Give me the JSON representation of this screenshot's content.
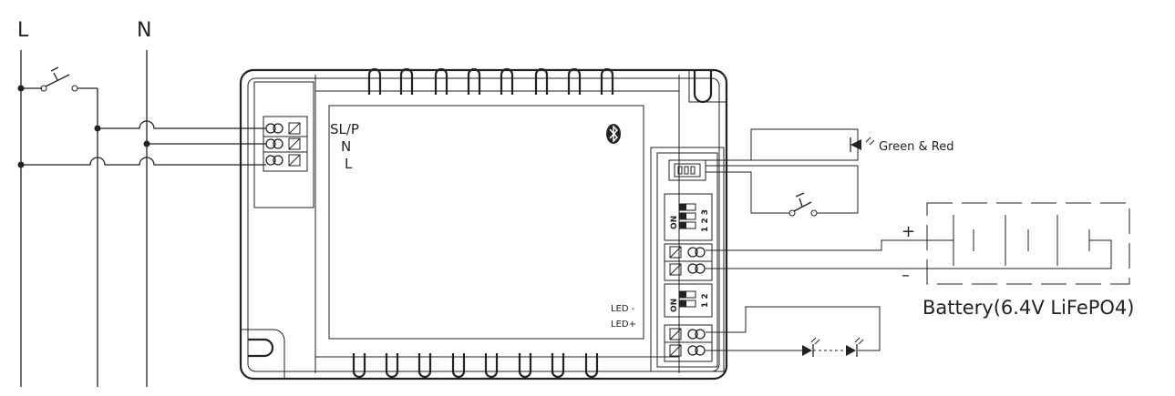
{
  "mains": {
    "line_label": "L",
    "neutral_label": "N"
  },
  "module": {
    "input_terminal_labels": [
      "SL/P",
      "N",
      "L"
    ],
    "bluetooth_icon": "bluetooth-icon",
    "led_minus_label": "LED -",
    "led_plus_label": "LED+",
    "dip_top": {
      "on_label": "ON",
      "numbers": "1 2 3"
    },
    "dip_bottom": {
      "on_label": "ON",
      "numbers": "1 2"
    }
  },
  "indicator": {
    "label": "Green & Red"
  },
  "battery": {
    "plus": "+",
    "minus": "–",
    "label": "Battery(6.4V LiFePO4)"
  },
  "colors": {
    "stroke": "#222222",
    "background": "#ffffff"
  }
}
